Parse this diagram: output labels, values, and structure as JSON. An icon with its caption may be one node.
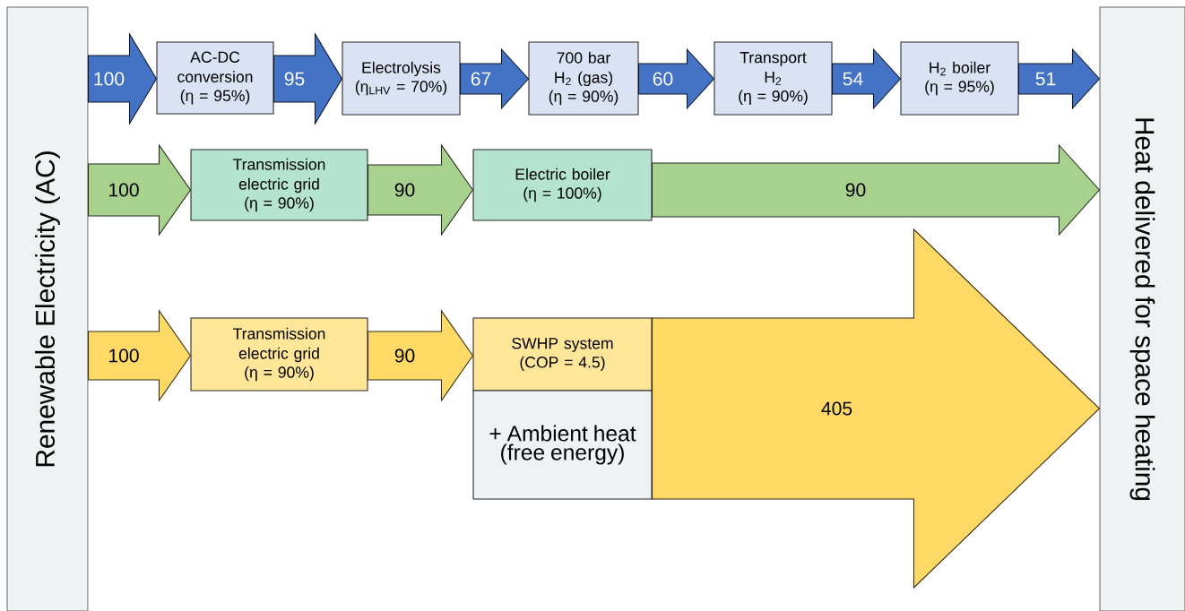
{
  "diagram": {
    "nodes": [
      {
        "text": [
          "Renewable Electricity (AC)"
        ]
      },
      {
        "text": [
          "Heat delivered for space heating"
        ]
      },
      {
        "text": [
          "AC-DC conversion",
          "(η = 95%)"
        ]
      },
      {
        "text": [
          "Electrolysis",
          "(η$_{LHV}$ = 70%)"
        ]
      },
      {
        "text": [
          "700 bar H$_{2}$ (gas)",
          "(η = 90%)"
        ]
      },
      {
        "text": [
          "Transport H$_{2}$",
          "(η = 90%)"
        ]
      },
      {
        "text": [
          "H$_{2}$ boiler",
          "(η = 95%)"
        ]
      },
      {
        "text": [
          "Transmission electric grid",
          "(η = 90%)"
        ]
      },
      {
        "text": [
          "Electric boiler",
          "(η = 100%)"
        ]
      },
      {
        "text": [
          "Transmission electric grid",
          "(η = 90%)"
        ]
      },
      {
        "text": [
          "SWHP system",
          "(COP = 4.5)"
        ]
      },
      {
        "text": [
          "+ Ambient heat (free energy)"
        ]
      }
    ],
    "edges": [
      {
        "from": 0,
        "to": 2,
        "arrow": "to",
        "label": "100",
        "color": "#4472c4"
      },
      {
        "from": 2,
        "to": 3,
        "arrow": "to",
        "label": "95",
        "color": "#4472c4"
      },
      {
        "from": 3,
        "to": 4,
        "arrow": "to",
        "label": "67",
        "color": "#4472c4"
      },
      {
        "from": 4,
        "to": 5,
        "arrow": "to",
        "label": "60",
        "color": "#4472c4"
      },
      {
        "from": 5,
        "to": 6,
        "arrow": "to",
        "label": "54",
        "color": "#4472c4"
      },
      {
        "from": 6,
        "to": 1,
        "arrow": "to",
        "label": "51",
        "color": "#4472c4"
      },
      {
        "from": 0,
        "to": 7,
        "arrow": "to",
        "label": "100",
        "color": "#a9d18e"
      },
      {
        "from": 7,
        "to": 8,
        "arrow": "to",
        "label": "90",
        "color": "#a9d18e"
      },
      {
        "from": 8,
        "to": 1,
        "arrow": "to",
        "label": "90",
        "color": "#a9d18e"
      },
      {
        "from": 0,
        "to": 9,
        "arrow": "to",
        "label": "100",
        "color": "#ffd966"
      },
      {
        "from": 9,
        "to": 10,
        "arrow": "to",
        "label": "90",
        "color": "#ffd966"
      },
      {
        "from": 10,
        "to": 1,
        "arrow": "to",
        "label": "405",
        "color": "#ffd966"
      },
      {
        "from": 11,
        "to": 1,
        "arrow": "to",
        "color": "#ffd966"
      }
    ]
  }
}
